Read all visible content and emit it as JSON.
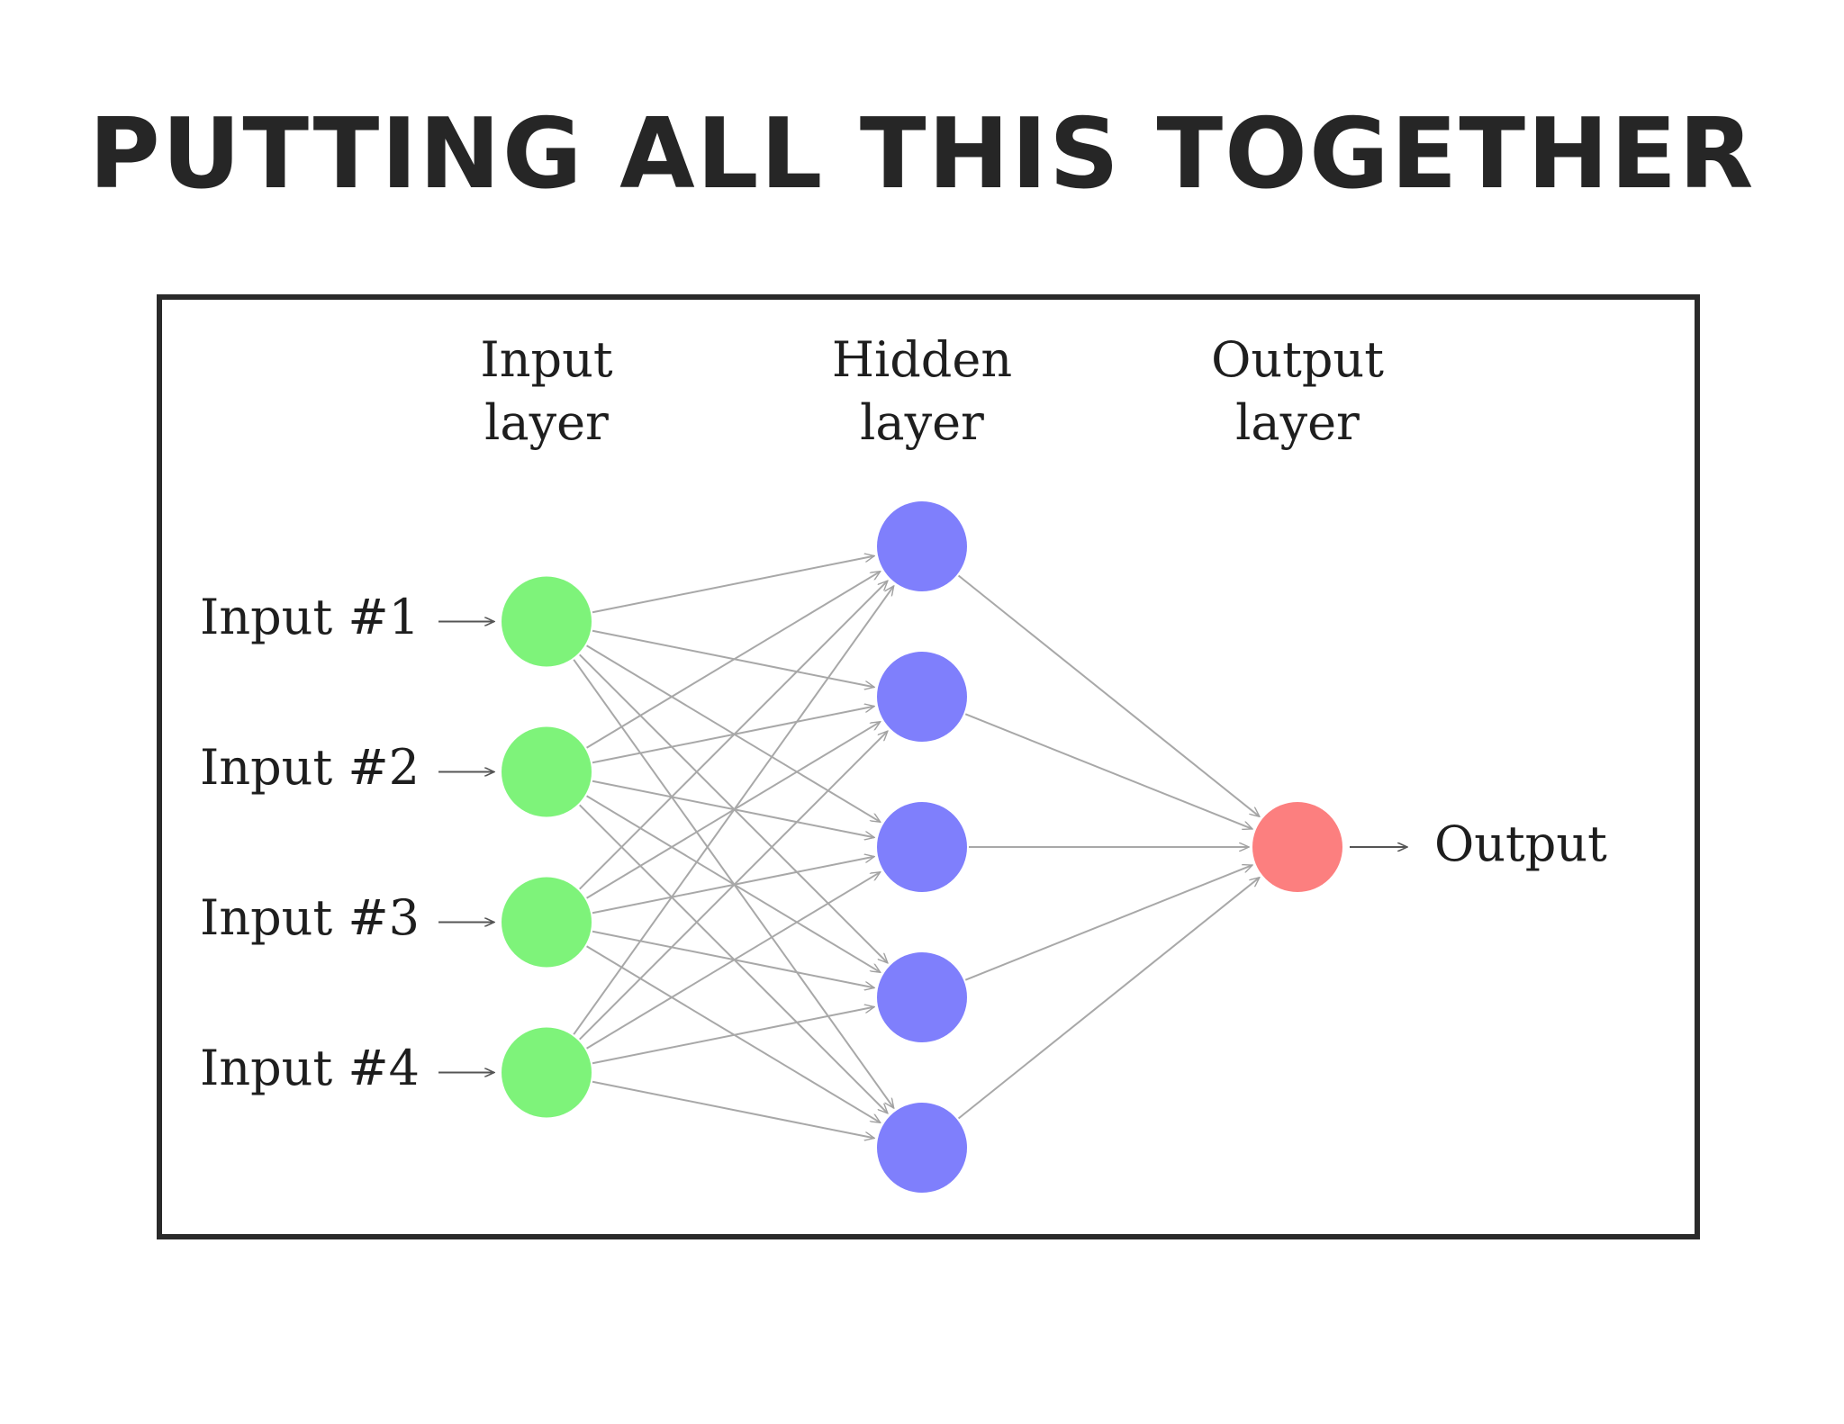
{
  "title": "PUTTING ALL THIS TOGETHER",
  "diagram": {
    "layer_headers": [
      {
        "line1": "Input",
        "line2": "layer"
      },
      {
        "line1": "Hidden",
        "line2": "layer"
      },
      {
        "line1": "Output",
        "line2": "layer"
      }
    ],
    "input_labels": [
      "Input #1",
      "Input #2",
      "Input #3",
      "Input #4"
    ],
    "output_label": "Output",
    "node_counts": [
      4,
      5,
      1
    ],
    "colors": {
      "input_node": "#7ef37a",
      "hidden_node": "#7f7ffc",
      "output_node": "#fc7f7f",
      "edge": "#a8a8a8",
      "arrow": "#555555"
    }
  }
}
